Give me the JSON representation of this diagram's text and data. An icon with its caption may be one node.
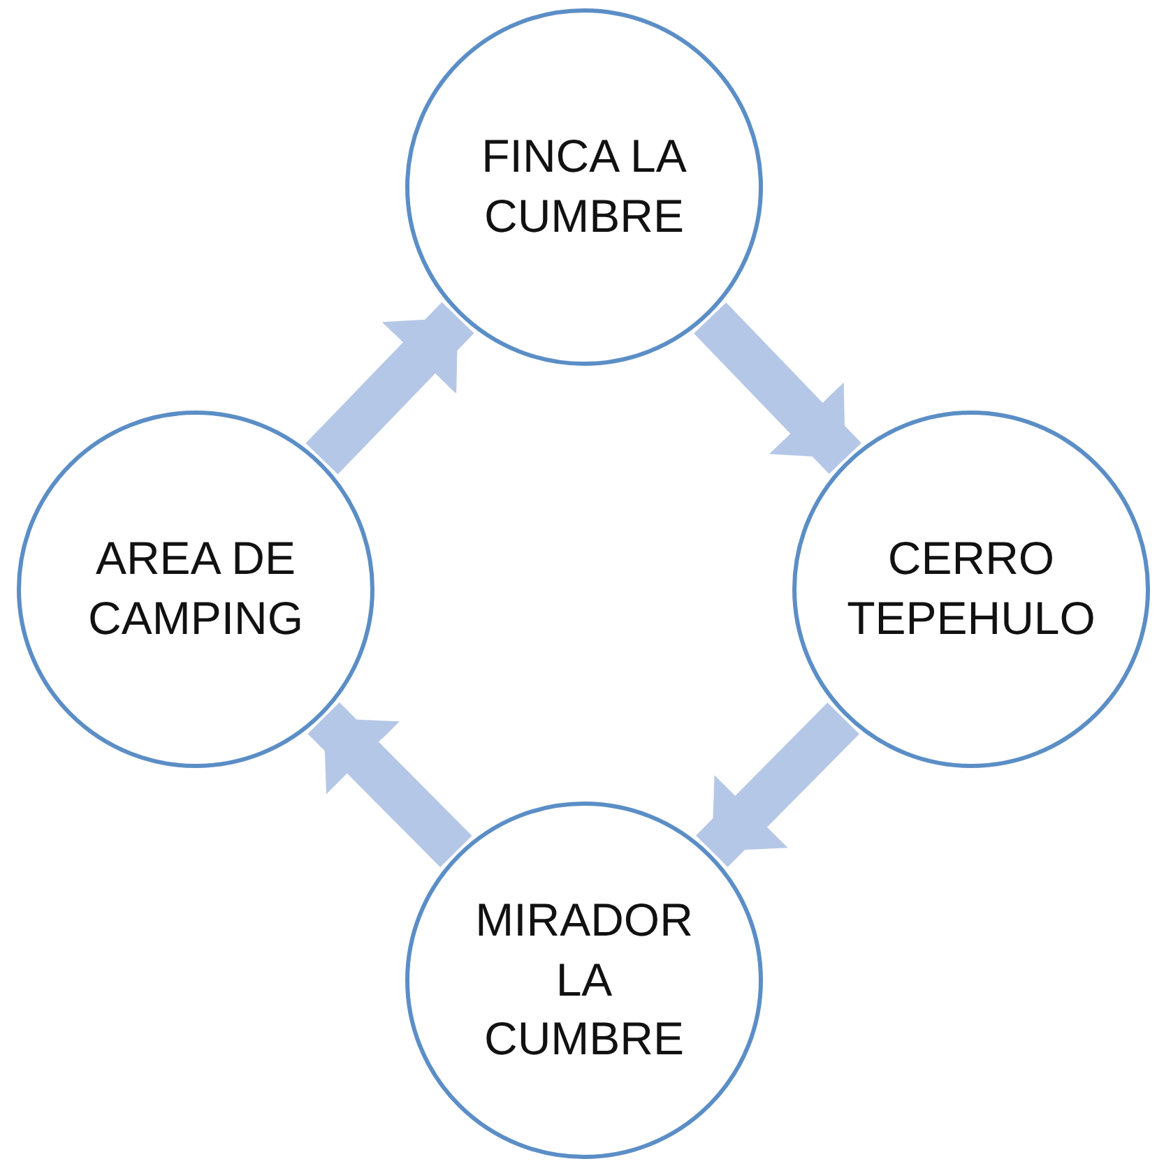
{
  "diagram": {
    "nodes": [
      {
        "text": [
          "FINCA LA CUMBRE"
        ]
      },
      {
        "text": [
          "CERRO TEPEHULO"
        ]
      },
      {
        "text": [
          "MIRADOR LA CUMBRE"
        ]
      },
      {
        "text": [
          "AREA DE CAMPING"
        ]
      }
    ],
    "edges": [
      {
        "from": 0,
        "to": 1,
        "arrow": "to"
      },
      {
        "from": 1,
        "to": 2,
        "arrow": "to"
      },
      {
        "from": 2,
        "to": 3,
        "arrow": "to"
      },
      {
        "from": 3,
        "to": 0,
        "arrow": "to"
      }
    ]
  }
}
